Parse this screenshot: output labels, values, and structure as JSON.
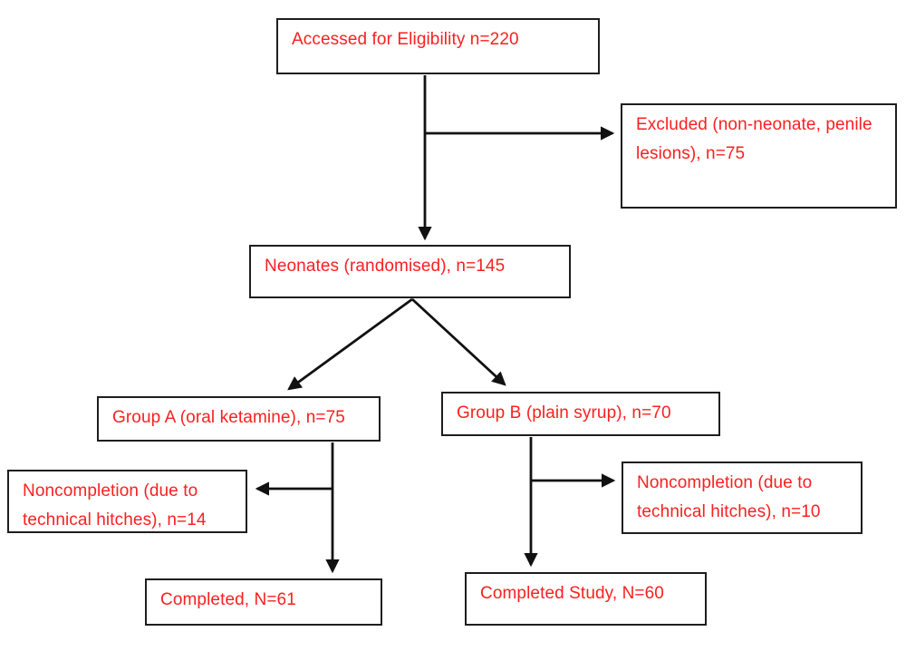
{
  "diagram": {
    "type": "flowchart",
    "text_color": "#fa2020",
    "border_color": "#1e1e1e",
    "line_color": "#111111",
    "boxes": {
      "eligibility": {
        "label": "Accessed for Eligibility n=220"
      },
      "excluded": {
        "label": "Excluded (non-neonate, penile lesions), n=75"
      },
      "randomised": {
        "label": "Neonates (randomised), n=145"
      },
      "group_a": {
        "label": "Group A (oral ketamine), n=75"
      },
      "group_b": {
        "label": "Group B (plain syrup), n=70"
      },
      "noncompletion_a": {
        "label": "Noncompletion (due to technical hitches), n=14"
      },
      "noncompletion_b": {
        "label": "Noncompletion (due to technical hitches), n=10"
      },
      "completed_a": {
        "label": "Completed, N=61"
      },
      "completed_b": {
        "label": "Completed Study, N=60"
      }
    },
    "flows": [
      {
        "from": "eligibility",
        "to": "randomised"
      },
      {
        "from": "eligibility",
        "to": "excluded"
      },
      {
        "from": "randomised",
        "to": "group_a"
      },
      {
        "from": "randomised",
        "to": "group_b"
      },
      {
        "from": "group_a",
        "to": "noncompletion_a"
      },
      {
        "from": "group_a",
        "to": "completed_a"
      },
      {
        "from": "group_b",
        "to": "noncompletion_b"
      },
      {
        "from": "group_b",
        "to": "completed_b"
      }
    ]
  }
}
